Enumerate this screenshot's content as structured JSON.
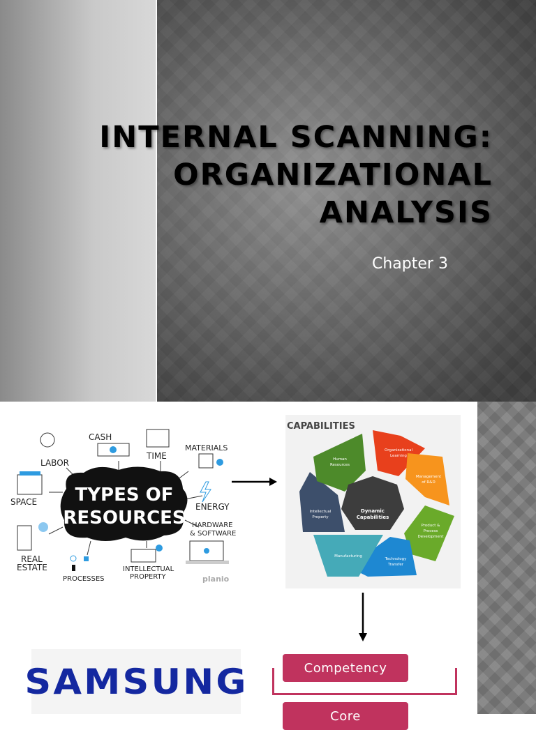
{
  "slide1": {
    "title_lines": [
      "INTERNAL SCANNING:",
      "ORGANIZATIONAL",
      "ANALYSIS"
    ],
    "subtitle": "Chapter 3"
  },
  "resources": {
    "center": [
      "TYPES OF",
      "RESOURCES"
    ],
    "items": [
      "LABOR",
      "CASH",
      "TIME",
      "MATERIALS",
      "SPACE",
      "ENERGY",
      "HARDWARE",
      "& SOFTWARE",
      "REAL",
      "ESTATE",
      "PROCESSES",
      "INTELLECTUAL",
      "PROPERTY"
    ],
    "watermark": "planio"
  },
  "capabilities": {
    "title": "CAPABILITIES",
    "center": [
      "Dynamic",
      "Capabilities"
    ],
    "segments": [
      {
        "label": [
          "Organizational",
          "Learning"
        ],
        "color": "#e8401c"
      },
      {
        "label": [
          "Management",
          "of R&D"
        ],
        "color": "#f7941d"
      },
      {
        "label": [
          "Product &",
          "Process",
          "Development"
        ],
        "color": "#6aaa2a"
      },
      {
        "label": [
          "Technology",
          "Transfer"
        ],
        "color": "#1e88d2"
      },
      {
        "label": [
          "Manufacturing"
        ],
        "color": "#45aab8"
      },
      {
        "label": [
          "Intellectual",
          "Property"
        ],
        "color": "#3d4f6b"
      },
      {
        "label": [
          "Human",
          "Resources"
        ],
        "color": "#4d8a2a"
      }
    ]
  },
  "samsung": {
    "logo": "SAMSUNG"
  },
  "flow": {
    "competency": "Competency",
    "core": "Core",
    "accent": "#c0335e"
  }
}
